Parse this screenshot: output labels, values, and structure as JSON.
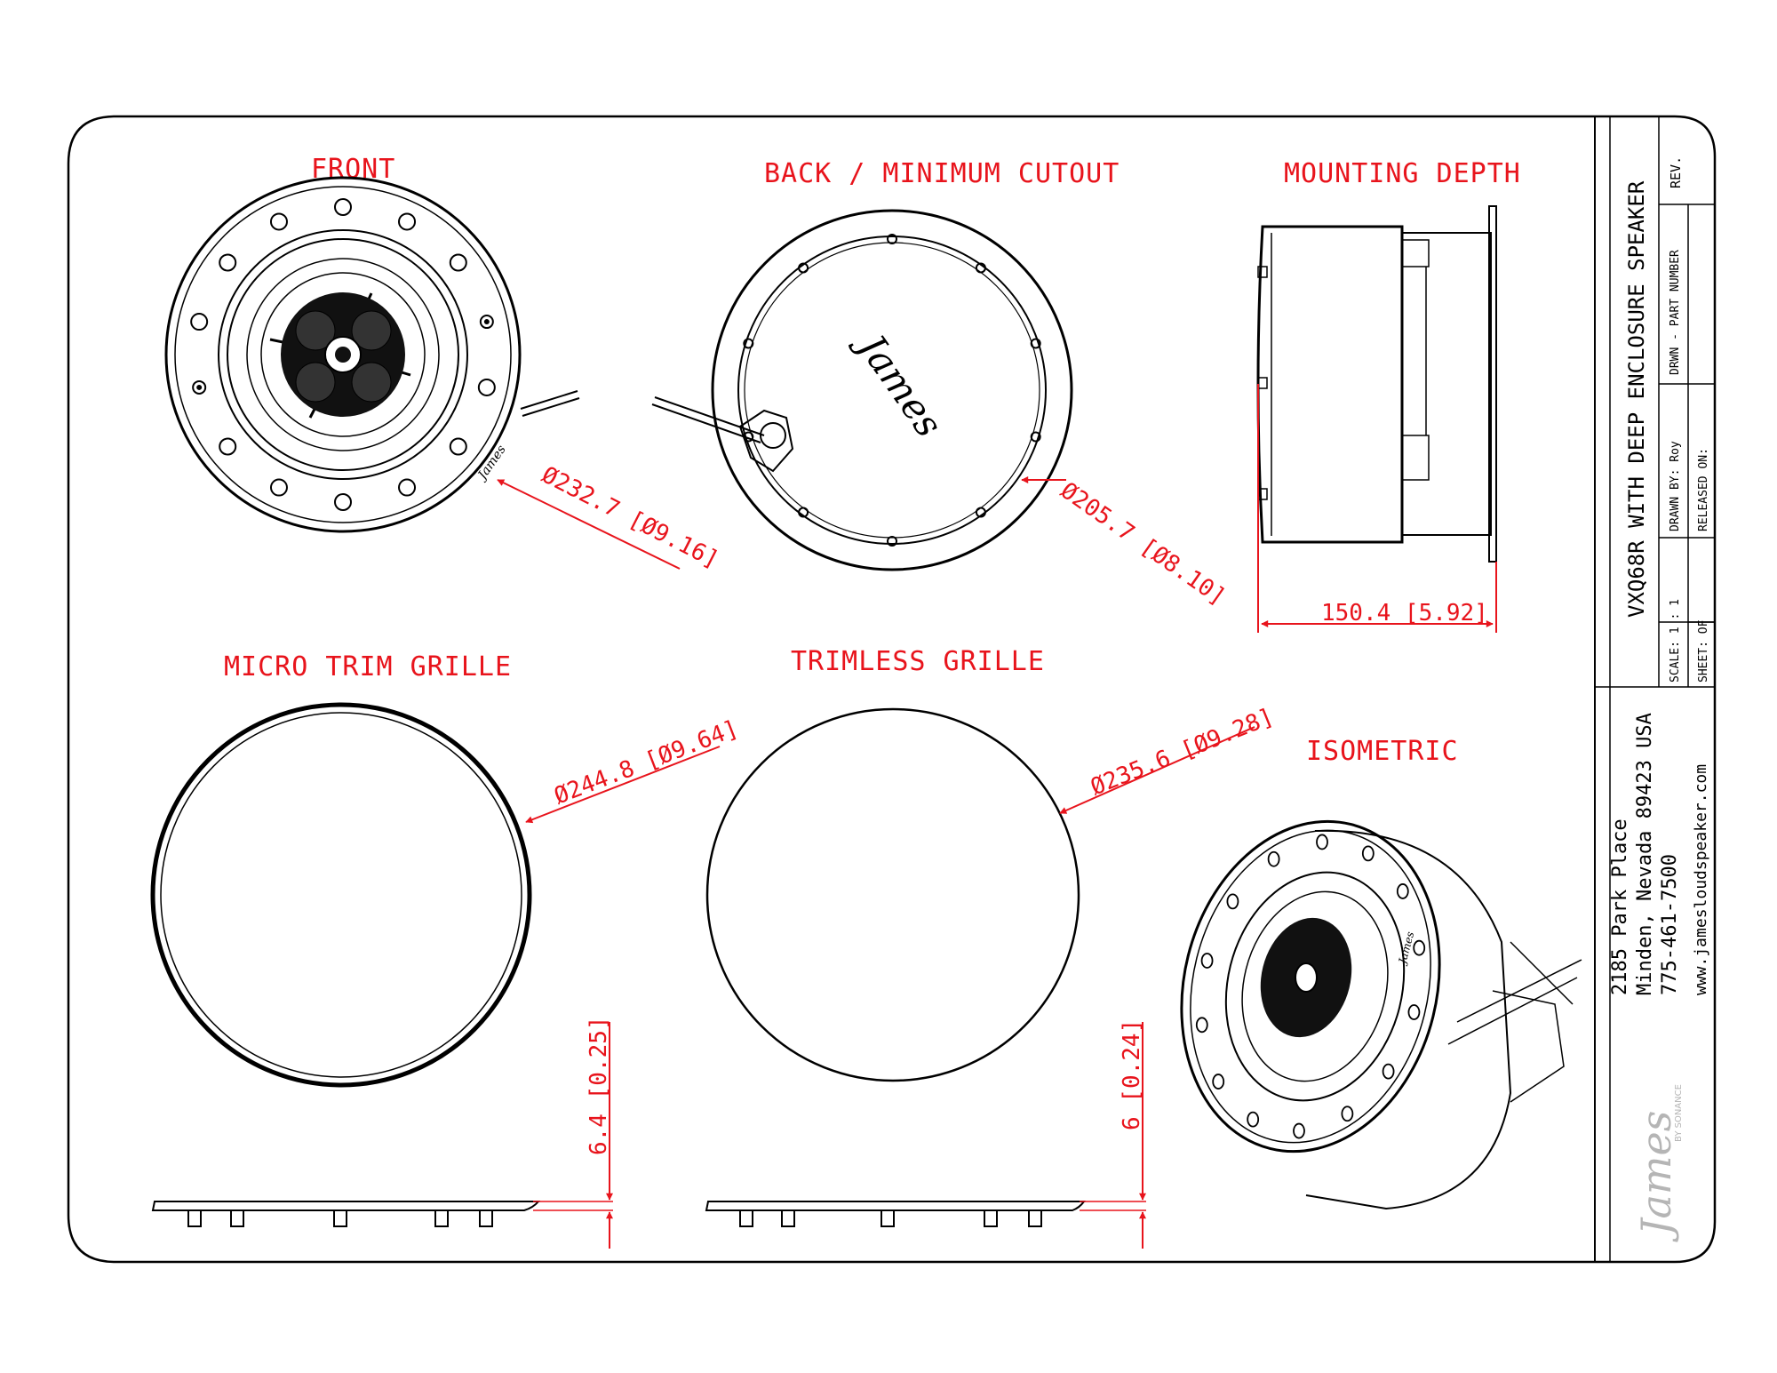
{
  "views": {
    "front": "FRONT",
    "back": "BACK / MINIMUM CUTOUT",
    "depth": "MOUNTING DEPTH",
    "micro_trim": "MICRO TRIM GRILLE",
    "trimless": "TRIMLESS GRILLE",
    "isometric": "ISOMETRIC"
  },
  "dimensions": {
    "front_diameter": "Ø232.7 [Ø9.16]",
    "cutout_diameter": "Ø205.7 [Ø8.10]",
    "mounting_depth": "150.4 [5.92]",
    "micro_trim_diameter": "Ø244.8 [Ø9.64]",
    "trimless_diameter": "Ø235.6 [Ø9.28]",
    "micro_trim_thickness": "6.4 [0.25]",
    "trimless_thickness": "6 [0.24]"
  },
  "title_block": {
    "rev_label": "REV.",
    "title": "VXQ68R WITH DEEP ENCLOSURE SPEAKER",
    "part_number_label": "DRWN - PART NUMBER",
    "drawn_by": "DRAWN BY: Roy",
    "released_on": "RELEASED ON:",
    "scale": "SCALE: 1 : 1",
    "sheet": "SHEET: OF",
    "address_line1": "2185 Park Place",
    "address_line2": "Minden, Nevada 89423 USA",
    "phone": "775-461-7500",
    "website": "www.jamesloudspeaker.com",
    "logo_text": "James",
    "logo_sub": "BY SONANCE"
  }
}
